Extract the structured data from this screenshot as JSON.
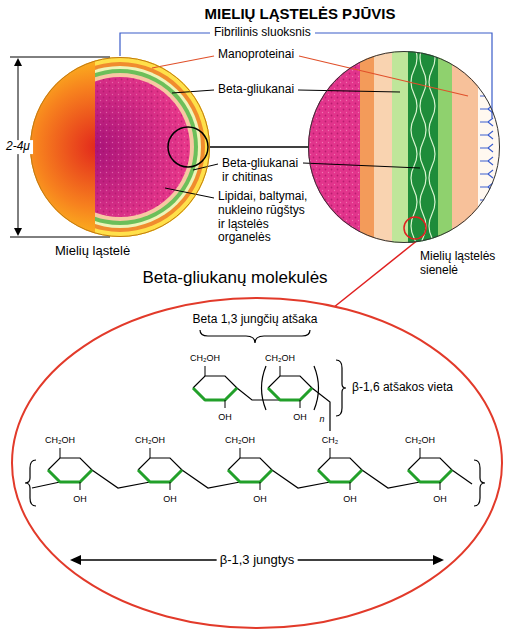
{
  "diagram": {
    "title": "MIELIŲ LĄSTELĖS PJŪVIS",
    "nodes": [
      {
        "text": [
          "Mielių ląstelė"
        ]
      },
      {
        "text": [
          "Mielių ląstelės sienelė"
        ]
      },
      {
        "text": [
          "Beta-gliukanų molekulės"
        ]
      }
    ],
    "edges": [
      {
        "from": 0,
        "to": 1,
        "arrow": "none"
      },
      {
        "from": 1,
        "to": 2,
        "arrow": "none"
      }
    ],
    "labels": [
      "2-4μ",
      "Fibrilinis sluoksnis",
      "Manoproteinai",
      "Beta-gliukanai",
      "Beta-gliukanai ir chitinas",
      "Lipidai, baltymai, nukleino rūgštys ir ląstelės organelės",
      "Beta 1,3 jungčių atšaka",
      "β-1,6 atšakos vieta",
      "β-1,3 jungtys",
      "CH₂OH",
      "OH",
      "CH₂OH",
      "OH",
      "n",
      "CH₂OH",
      "OH",
      "CH₂OH",
      "OH",
      "CH₂OH",
      "OH",
      "CH₂",
      "OH",
      "CH₂OH",
      "OH"
    ]
  }
}
